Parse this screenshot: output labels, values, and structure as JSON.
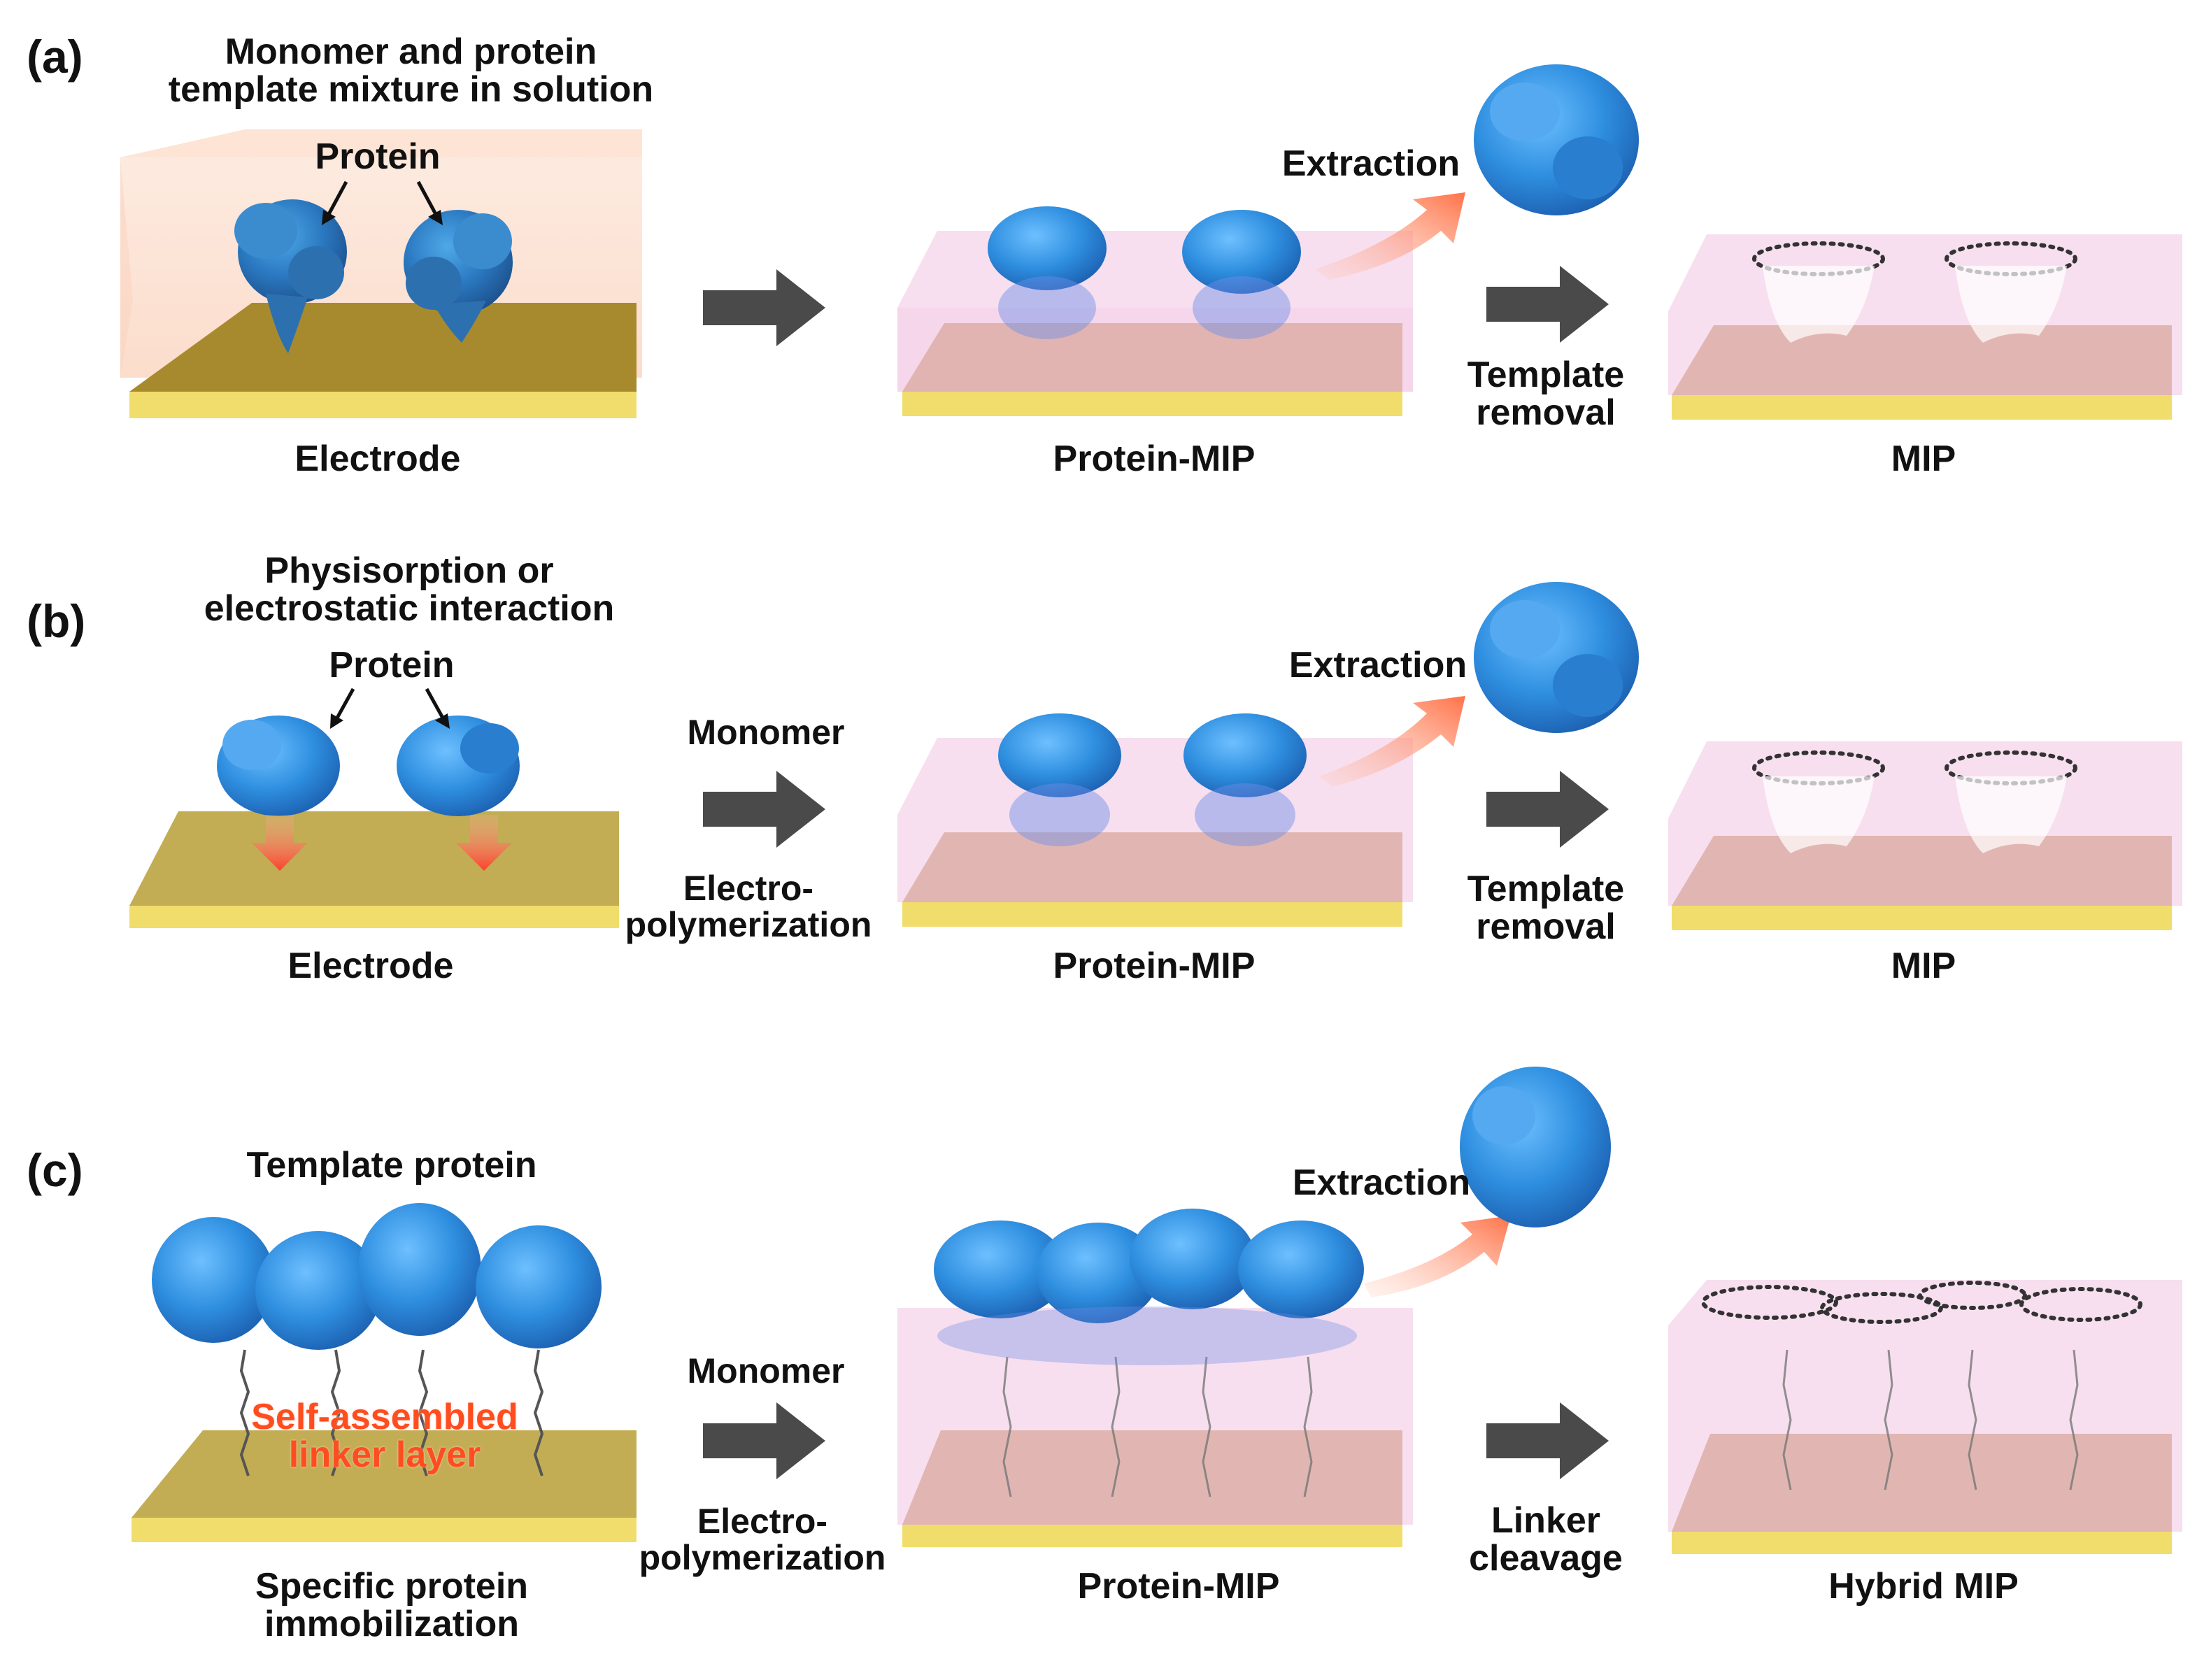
{
  "panels": [
    {
      "label": "(a)",
      "header": "Monomer and protein\ntemplate mixture in solution",
      "protein_label": "Protein",
      "left_caption": "Electrode",
      "arrow1_top": "",
      "arrow1_bottom": "",
      "middle_caption": "Protein-MIP",
      "extraction": "Extraction",
      "arrow2_label": "Template\nremoval",
      "right_caption": "MIP"
    },
    {
      "label": "(b)",
      "header": "Physisorption or\nelectrostatic interaction",
      "protein_label": "Protein",
      "left_caption": "Electrode",
      "arrow1_top": "Monomer",
      "arrow1_bottom": "Electro-\npolymerization",
      "middle_caption": "Protein-MIP",
      "extraction": "Extraction",
      "arrow2_label": "Template\nremoval",
      "right_caption": "MIP"
    },
    {
      "label": "(c)",
      "header": "Template protein",
      "linker_label": "Self-assembled\nlinker layer",
      "left_caption": "Specific protein\nimmobilization",
      "arrow1_top": "Monomer",
      "arrow1_bottom": "Electro-\npolymerization",
      "middle_caption": "Protein-MIP",
      "extraction": "Extraction",
      "arrow2_label": "Linker\ncleavage",
      "right_caption": "Hybrid MIP"
    }
  ],
  "colors": {
    "electrode_top": "#b9a145",
    "electrode_edge": "#f1dd6c",
    "polymer_box": "#f6d9ec",
    "protein": "#2f8fe0",
    "arrow": "#4a4a4a",
    "extraction_arrow": "#ff7f5a",
    "linker_text": "#ff4d1f"
  }
}
